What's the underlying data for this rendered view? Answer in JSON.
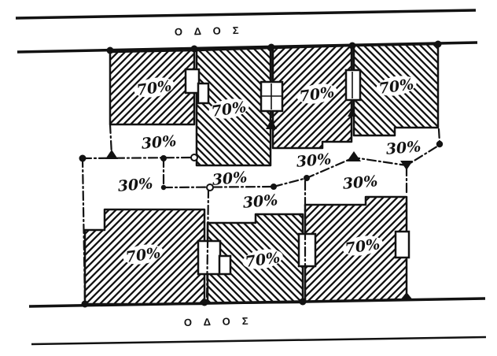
{
  "roads": {
    "top_label": "ΟΔΟΣ",
    "bottom_label": "ΟΔΟΣ"
  },
  "coverage": {
    "street_side_value": "70%",
    "interior_value": "30%"
  },
  "plots": {
    "top_row_labels": [
      "70%",
      "70%",
      "70%",
      "70%"
    ],
    "bottom_row_labels": [
      "70%",
      "70%",
      "70%"
    ],
    "interior_labels": [
      "30%",
      "30%",
      "30%",
      "30%",
      "30%",
      "30%",
      "30%"
    ]
  },
  "colors": {
    "ink": "#121212",
    "paper": "#ffffff"
  }
}
